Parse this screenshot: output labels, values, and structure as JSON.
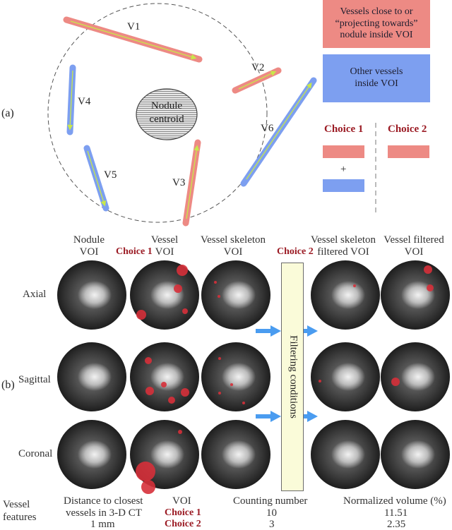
{
  "panel_a": {
    "label": "(a)",
    "nodule_label_line1": "Nodule",
    "nodule_label_line2": "centroid",
    "vessels": [
      {
        "name": "V1",
        "type": "close"
      },
      {
        "name": "V2",
        "type": "close"
      },
      {
        "name": "V3",
        "type": "close"
      },
      {
        "name": "V4",
        "type": "other"
      },
      {
        "name": "V5",
        "type": "other"
      },
      {
        "name": "V6",
        "type": "other"
      }
    ],
    "legend": {
      "close_line1": "Vessels close to or",
      "close_line2": "“projecting towards”",
      "close_line3": "nodule inside VOI",
      "other_line1": "Other vessels",
      "other_line2": "inside VOI",
      "close_color": "#ed8a84",
      "other_color": "#7d9ff0"
    },
    "choice1": "Choice 1",
    "choice2": "Choice 2",
    "plus": "+"
  },
  "panel_b": {
    "label": "(b)",
    "columns": {
      "nodule_voi_line1": "Nodule",
      "nodule_voi_line2": "VOI",
      "vessel_voi_line1": "Vessel",
      "vessel_voi_line2": "VOI",
      "skeleton_voi_line1": "Vessel skeleton",
      "skeleton_voi_line2": "VOI",
      "skeleton_filtered_line1": "Vessel skeleton",
      "skeleton_filtered_line2": "filtered VOI",
      "vessel_filtered_line1": "Vessel filtered",
      "vessel_filtered_line2": "VOI"
    },
    "choice1": "Choice 1",
    "choice2": "Choice 2",
    "rows": [
      "Axial",
      "Sagittal",
      "Coronal"
    ],
    "filter_label": "Filtering conditions",
    "features": {
      "label_line1": "Vessel",
      "label_line2": "features",
      "distance_line1": "Distance to closest",
      "distance_line2": "vessels in 3-D CT",
      "distance_value": "1 mm",
      "voi_header": "VOI",
      "count_header": "Counting number",
      "volume_header": "Normalized volume (%)",
      "rows": [
        {
          "choice": "Choice 1",
          "count": "10",
          "volume": "11.51"
        },
        {
          "choice": "Choice 2",
          "count": "3",
          "volume": "2.35"
        }
      ]
    }
  },
  "colors": {
    "accent_red": "#9b1b24",
    "arrow_blue": "#4a9cf0",
    "vessel_line": "#c8e84a"
  }
}
